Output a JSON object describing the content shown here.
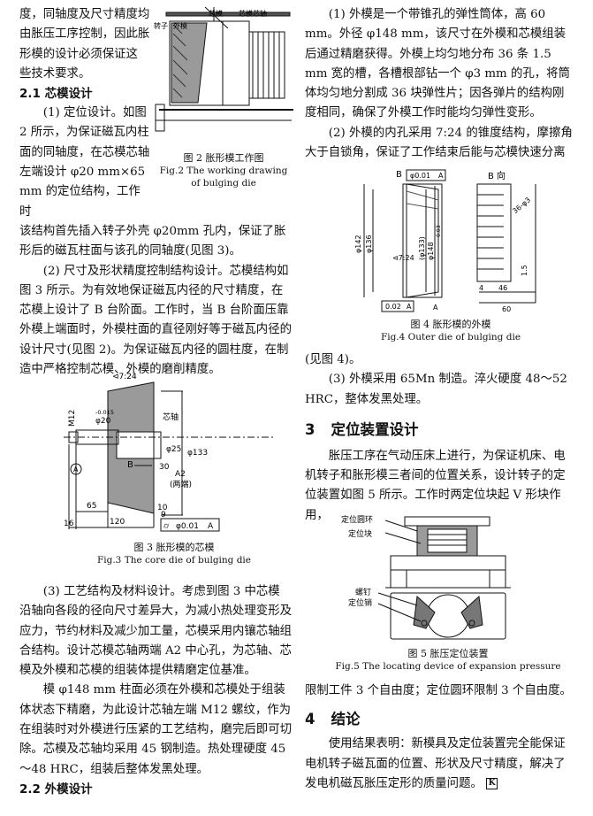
{
  "left": {
    "para_intro_1": "度，同轴度及尺寸精度均",
    "para_intro_2": "由胀压工序控制，因此胀",
    "para_intro_3": "形模的设计必须保证这",
    "para_intro_4": "些技术要求。",
    "sec_2_1": "2.1  芯模设计",
    "p1_l1": "(1) 定位设计。如图",
    "p1_l2": "2 所示，为保证磁瓦内柱",
    "p1_l3": "面的同轴度，在芯模芯轴",
    "p1_l4": "左端设计 φ20 mm×65",
    "p1_l5": "mm 的定位结构，工作时",
    "p1_rest": "该结构首先插入转子外壳 φ20mm 孔内，保证了胀形后的磁瓦柱面与该孔的同轴度(见图 3)。",
    "p2": "(2) 尺寸及形状精度控制结构设计。芯模结构如图 3 所示。为有效地保证磁瓦内径的尺寸精度，在芯模上设计了 B 台阶面。工作时，当 B 台阶面压靠外模上端面时，外模柱面的直径刚好等于磁瓦内径的设计尺寸(见图 2)。为保证磁瓦内径的圆柱度，在制造中严格控制芯模、外模的磨削精度。",
    "p3": "(3) 工艺结构及材料设计。考虑到图 3 中芯模沿轴向各段的径向尺寸差异大，为减小热处理变形及应力，节约材料及减少加工量，芯模采用内镶芯轴组合结构。设计芯模芯轴两端 A2 中心孔，为芯轴、芯模及外模和芯模的组装体提供精磨定位基准。",
    "p4": "模 φ148 mm 柱面必须在外模和芯模处于组装体状态下精磨，为此设计芯轴左端 M12 螺纹，作为在组装时对外模进行压紧的工艺结构，磨完后即可切除。芯模及芯轴均采用 45 钢制造。热处理硬度 45～48 HRC，组装后整体发黑处理。",
    "sec_2_2": "2.2  外模设计"
  },
  "right": {
    "p1": "(1) 外模是一个带锥孔的弹性筒体，高 60 mm。外径 φ148 mm，该尺寸在外模和芯模组装后通过精磨获得。外模上均匀地分布 36 条 1.5 mm 宽的槽，各槽根部钻一个 φ3 mm 的孔，将筒体均匀地分割成 36 块弹性片；因各弹片的结构刚度相同，确保了外模工作时能均匀弹性变形。",
    "p2": "(2) 外模的内孔采用 7:24 的锥度结构，摩擦角大于自锁角，保证了工作结束后能与芯模快速分离",
    "p2_cont": "(见图 4)。",
    "p3": "(3) 外模采用 65Mn 制造。淬火硬度 48～52 HRC，整体发黑处理。",
    "sec_3_num": "3",
    "sec_3_title": "定位装置设计",
    "p4": "胀压工序在气动压床上进行，为保证机床、电机转子和胀形模三者间的位置关系，设计转子的定位装置如图 5 所示。工作时两定位块起 V 形块作用，",
    "p5": "限制工件 3 个自由度；定位圆环限制 3 个自由度。",
    "sec_4_num": "4",
    "sec_4_title": "结论",
    "p6": "使用结果表明：新模具及定位装置完全能保证电机转子磁瓦面的位置、形状及尺寸精度，解决了发电机磁瓦胀压定形的质量问题。",
    "end_mark": "K"
  },
  "fig2": {
    "cap_cn": "图 2  胀形模工作图",
    "cap_en_1": "Fig.2  The working drawing",
    "cap_en_2": "of bulging die",
    "lbl_core": "芯模",
    "lbl_shaft": "芯模芯轴",
    "lbl_rotor": "转子",
    "lbl_outer": "外模"
  },
  "fig3": {
    "cap_cn": "图 3  胀形模的芯模",
    "cap_en": "Fig.3  The core die of bulging die",
    "taper": "⊲7:24",
    "m12": "M12",
    "d20": "φ20",
    "tol": "-0.015",
    "shaft": "芯轴",
    "d25": "φ25",
    "d133": "φ133",
    "B": "B",
    "n30": "30",
    "A2": "A2",
    "ends": "(两端)",
    "A_circle": "A",
    "n10": "10",
    "n9": "9",
    "n65": "65",
    "n16": "16",
    "n120": "120",
    "flat": "⌭",
    "flat_tol": "φ0.01",
    "flat_ref": "A"
  },
  "fig4": {
    "cap_cn": "图 4  胀形模的外模",
    "cap_en": "Fig.4  Outer die of bulging die",
    "B_arrow": "B",
    "tol": "φ0.01",
    "tol_ref": "A",
    "B_view": "B 向",
    "d142": "φ142",
    "d136": "φ136",
    "d133": "(φ133)",
    "d148": "φ148",
    "d148_tol": "-0.03",
    "taper": "⊲7:24",
    "flat_tol": "0.02",
    "flat_ref": "A",
    "A_mark": "A",
    "n36": "36-φ3",
    "n15": "1.5",
    "n4": "4",
    "n46": "46",
    "n60": "60"
  },
  "fig5": {
    "cap_cn": "图 5  胀压定位装置",
    "cap_en": "Fig.5  The locating device of expansion pressure",
    "lbl_ring": "定位圆环",
    "lbl_block": "定位块",
    "lbl_screw": "螺钉",
    "lbl_pin": "定位销"
  }
}
